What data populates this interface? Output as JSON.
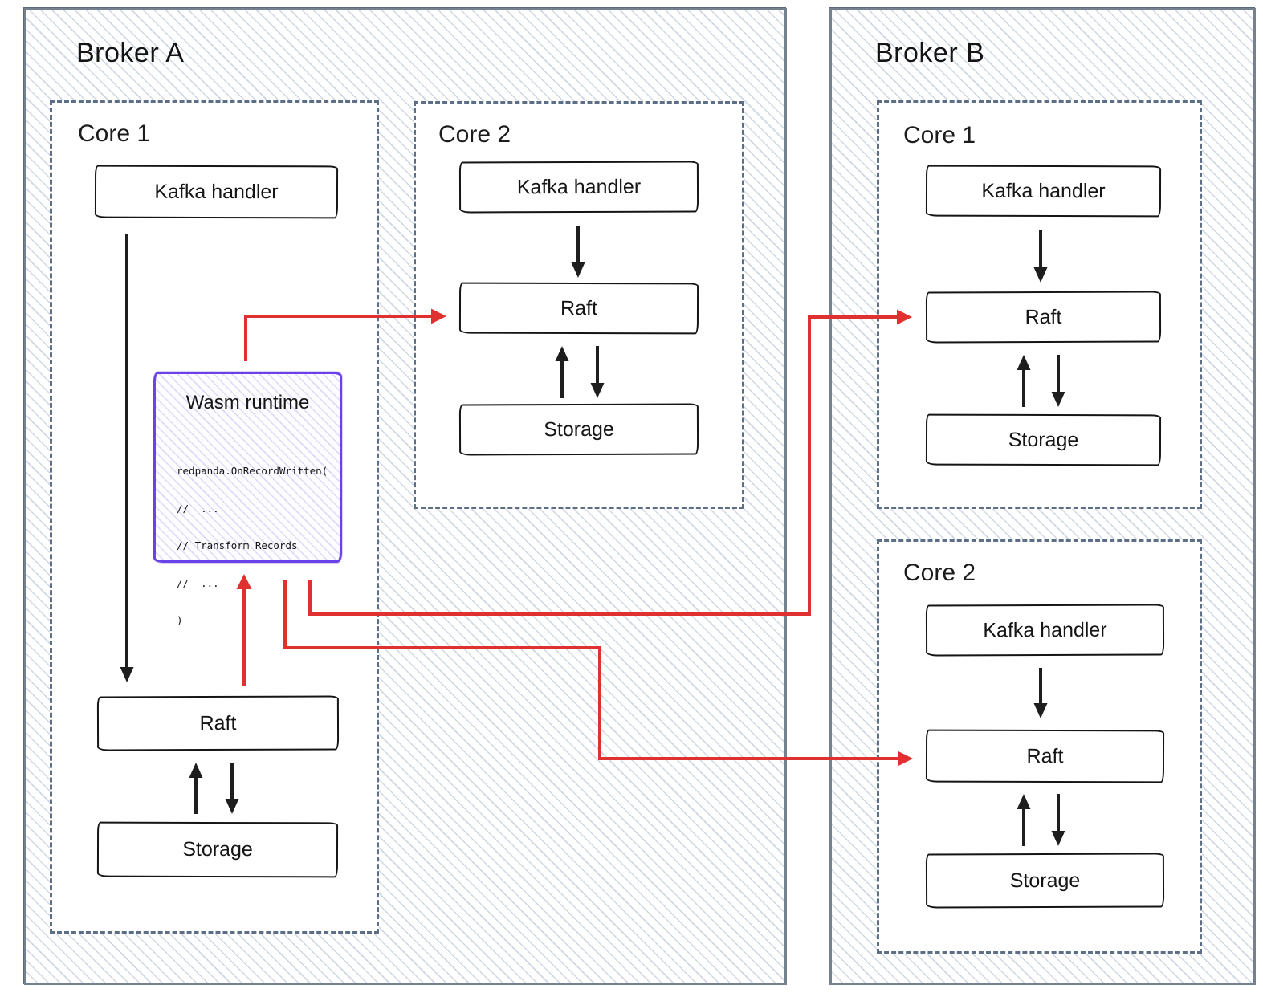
{
  "diagram": {
    "colors": {
      "arrow_red": "#e03131",
      "wasm_purple": "#6a43e8",
      "broker_border": "#76818f",
      "core_dashed_border": "#5d6e87",
      "hatch_line": "#cfd7e2",
      "ink": "#1e1e1e"
    },
    "brokers": [
      {
        "title": "Broker A",
        "cores": [
          {
            "label": "Core 1",
            "kafka": "Kafka handler",
            "raft": "Raft",
            "storage": "Storage",
            "wasm": {
              "title": "Wasm runtime",
              "code": [
                "redpanda.OnRecordWritten(",
                "//  ...",
                "// Transform Records",
                "//  ...",
                ")"
              ]
            }
          },
          {
            "label": "Core 2",
            "kafka": "Kafka handler",
            "raft": "Raft",
            "storage": "Storage"
          }
        ]
      },
      {
        "title": "Broker B",
        "cores": [
          {
            "label": "Core 1",
            "kafka": "Kafka handler",
            "raft": "Raft",
            "storage": "Storage"
          },
          {
            "label": "Core 2",
            "kafka": "Kafka handler",
            "raft": "Raft",
            "storage": "Storage"
          }
        ]
      }
    ]
  }
}
